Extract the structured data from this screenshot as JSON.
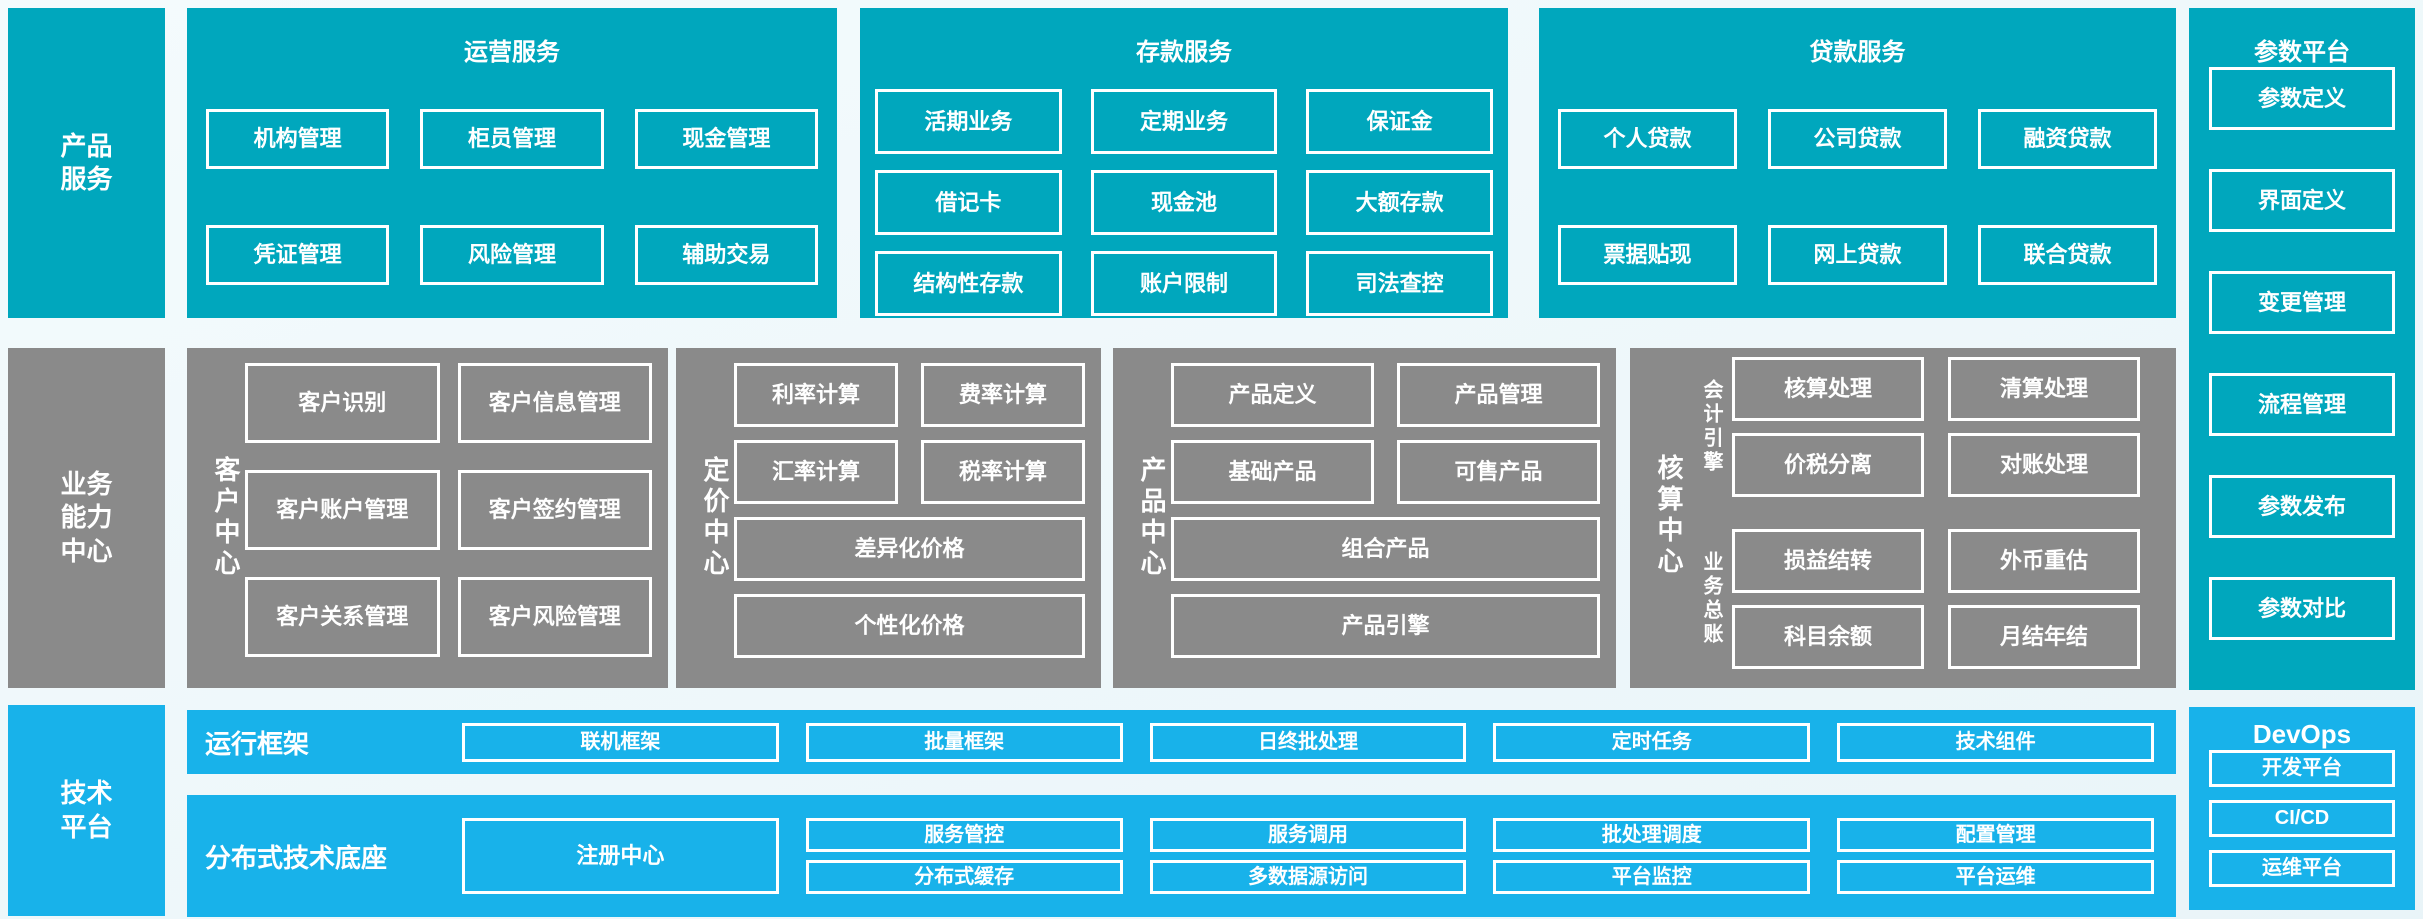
{
  "colors": {
    "teal": "#00a7bd",
    "gray": "#8a8a8a",
    "blue": "#18b2ea",
    "background": "#eef6f9",
    "box_border": "#ffffff",
    "text": "#ffffff"
  },
  "sidebars": {
    "product": "产品服务",
    "business": "业务能力中心",
    "tech": "技术平台"
  },
  "operation": {
    "title": "运营服务",
    "items": [
      "机构管理",
      "柜员管理",
      "现金管理",
      "凭证管理",
      "风险管理",
      "辅助交易"
    ]
  },
  "deposit": {
    "title": "存款服务",
    "items": [
      "活期业务",
      "定期业务",
      "保证金",
      "借记卡",
      "现金池",
      "大额存款",
      "结构性存款",
      "账户限制",
      "司法查控"
    ]
  },
  "loan": {
    "title": "贷款服务",
    "items": [
      "个人贷款",
      "公司贷款",
      "融资贷款",
      "票据贴现",
      "网上贷款",
      "联合贷款"
    ]
  },
  "parameter": {
    "title": "参数平台",
    "items": [
      "参数定义",
      "界面定义",
      "变更管理",
      "流程管理",
      "参数发布",
      "参数对比"
    ]
  },
  "customer": {
    "label": "客户中心",
    "items": [
      "客户识别",
      "客户信息管理",
      "客户账户管理",
      "客户签约管理",
      "客户关系管理",
      "客户风险管理"
    ]
  },
  "pricing": {
    "label": "定价中心",
    "items": [
      "利率计算",
      "费率计算",
      "汇率计算",
      "税率计算"
    ],
    "wide": [
      "差异化价格",
      "个性化价格"
    ]
  },
  "product_center": {
    "label": "产品中心",
    "items": [
      "产品定义",
      "产品管理",
      "基础产品",
      "可售产品"
    ],
    "wide": [
      "组合产品",
      "产品引擎"
    ]
  },
  "accounting": {
    "label": "核算中心",
    "groups": [
      {
        "label": "会计引擎",
        "items": [
          "核算处理",
          "清算处理",
          "价税分离",
          "对账处理"
        ]
      },
      {
        "label": "业务总账",
        "items": [
          "损益结转",
          "外币重估",
          "科目余额",
          "月结年结"
        ]
      }
    ]
  },
  "runtime": {
    "label": "运行框架",
    "items": [
      "联机框架",
      "批量框架",
      "日终批处理",
      "定时任务",
      "技术组件"
    ]
  },
  "distributed": {
    "label": "分布式技术底座",
    "registry": "注册中心",
    "pairs": [
      [
        "服务管控",
        "分布式缓存"
      ],
      [
        "服务调用",
        "多数据源访问"
      ],
      [
        "批处理调度",
        "平台监控"
      ],
      [
        "配置管理",
        "平台运维"
      ]
    ]
  },
  "devops": {
    "title": "DevOps",
    "items": [
      "开发平台",
      "CI/CD",
      "运维平台"
    ]
  }
}
